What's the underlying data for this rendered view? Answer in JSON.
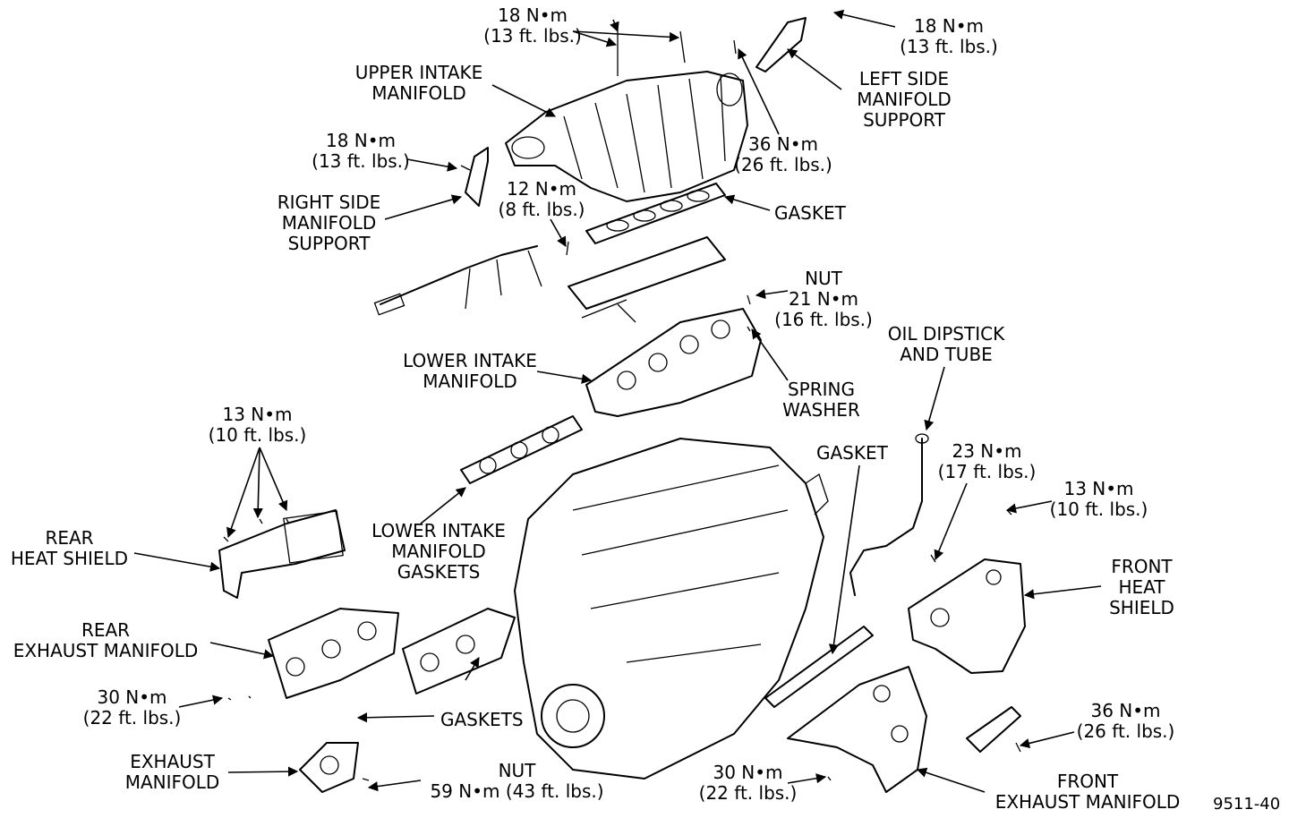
{
  "labels": {
    "top_torque_1": [
      "18 N•m",
      "(13 ft. lbs.)"
    ],
    "top_torque_2": [
      "18 N•m",
      "(13 ft. lbs.)"
    ],
    "upper_intake": [
      "UPPER INTAKE",
      "MANIFOLD"
    ],
    "left_support": [
      "LEFT SIDE",
      "MANIFOLD",
      "SUPPORT"
    ],
    "torque_18_mid": [
      "18 N•m",
      "(13 ft. lbs.)"
    ],
    "torque_36_top": [
      "36 N•m",
      "(26 ft. lbs.)"
    ],
    "torque_12": [
      "12 N•m",
      "(8 ft. lbs.)"
    ],
    "gasket_upper": [
      "GASKET"
    ],
    "right_support": [
      "RIGHT SIDE",
      "MANIFOLD",
      "SUPPORT"
    ],
    "nut_21": [
      "NUT",
      "21 N•m",
      "(16 ft. lbs.)"
    ],
    "oil_dipstick": [
      "OIL DIPSTICK",
      "AND TUBE"
    ],
    "lower_intake": [
      "LOWER INTAKE",
      "MANIFOLD"
    ],
    "spring_washer": [
      "SPRING",
      "WASHER"
    ],
    "torque_13_left": [
      "13 N•m",
      "(10 ft. lbs.)"
    ],
    "gasket_mid": [
      "GASKET"
    ],
    "torque_23": [
      "23 N•m",
      "(17 ft. lbs.)"
    ],
    "torque_13_right": [
      "13 N•m",
      "(10 ft. lbs.)"
    ],
    "rear_heat_shield": [
      "REAR",
      "HEAT SHIELD"
    ],
    "lower_intake_gaskets": [
      "LOWER INTAKE",
      "MANIFOLD",
      "GASKETS"
    ],
    "front_heat_shield": [
      "FRONT",
      "HEAT",
      "SHIELD"
    ],
    "rear_exhaust": [
      "REAR",
      "EXHAUST MANIFOLD"
    ],
    "torque_30_left": [
      "30 N•m",
      "(22 ft. lbs.)"
    ],
    "gaskets_bottom": [
      "GASKETS"
    ],
    "torque_36_bottom": [
      "36 N•m",
      "(26 ft. lbs.)"
    ],
    "exhaust_manifold": [
      "EXHAUST",
      "MANIFOLD"
    ],
    "nut_59": [
      "NUT",
      "59 N•m (43 ft. lbs.)"
    ],
    "torque_30_right": [
      "30 N•m",
      "(22 ft. lbs.)"
    ],
    "front_exhaust": [
      "FRONT",
      "EXHAUST MANIFOLD"
    ],
    "figure_id": [
      "9511-40"
    ]
  }
}
